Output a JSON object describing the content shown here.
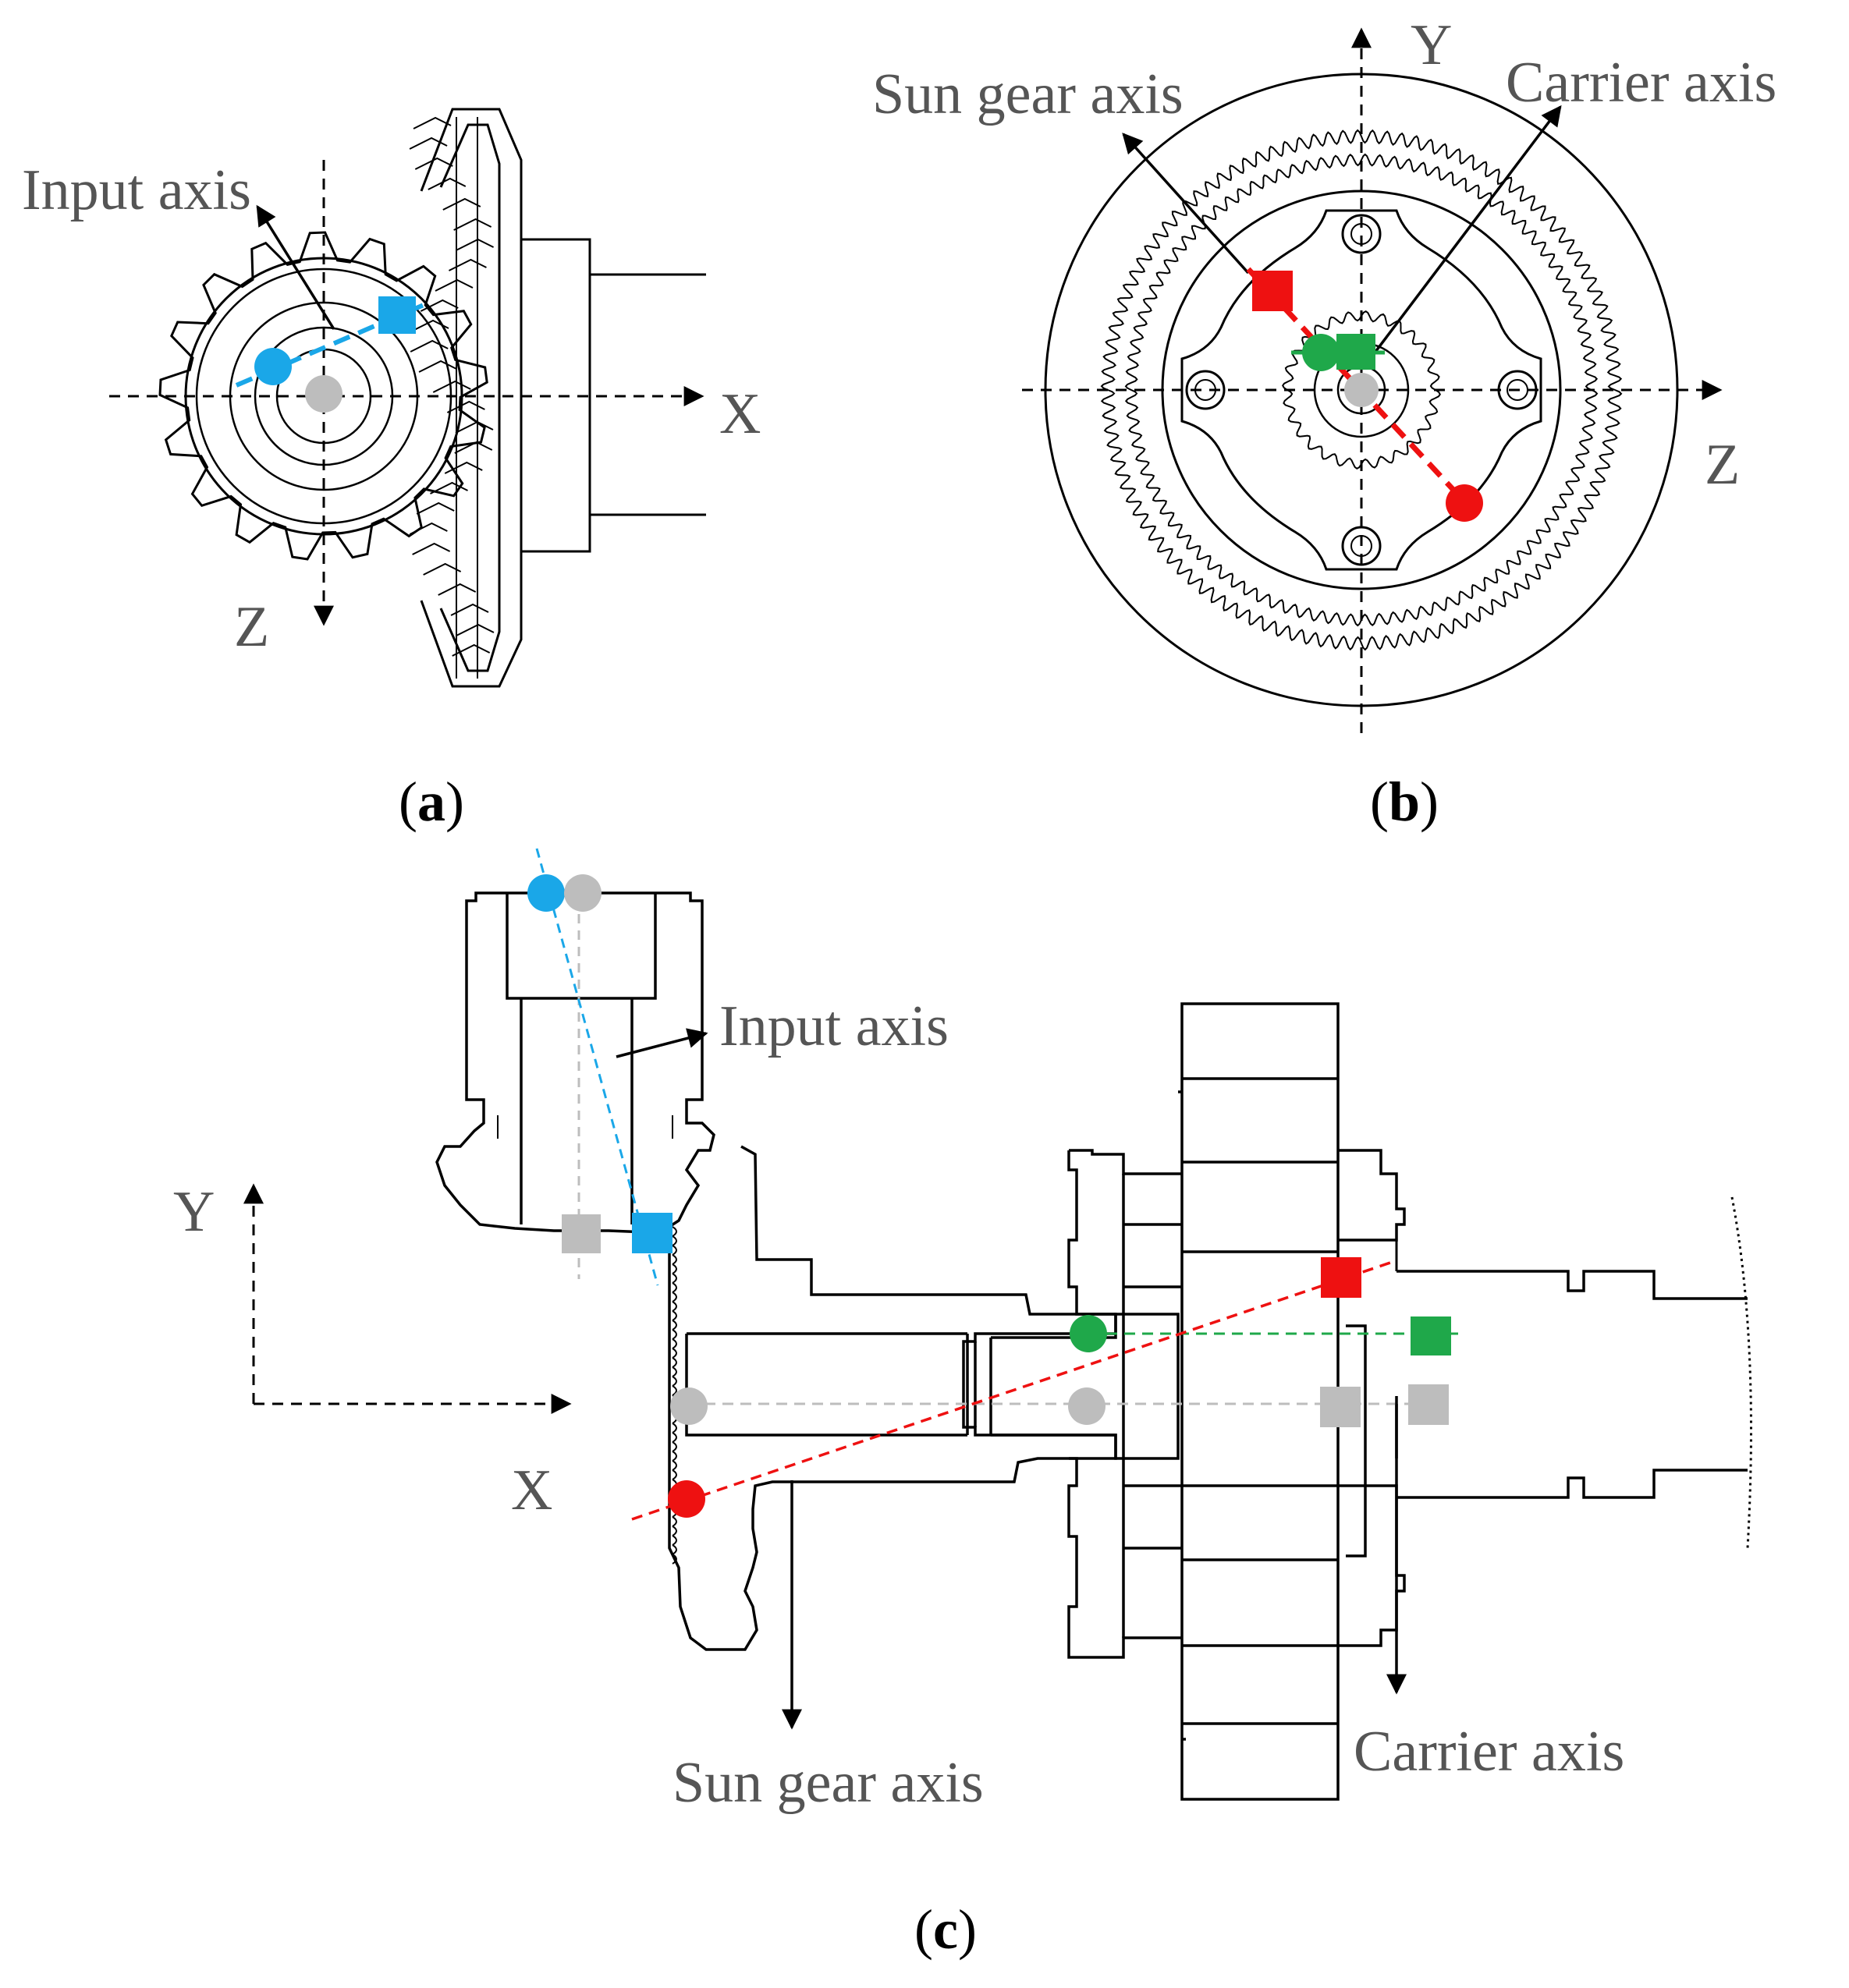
{
  "panels": {
    "a": {
      "caption_open": "(",
      "caption_letter": "a",
      "caption_close": ")",
      "labels": {
        "input_axis": "Input axis",
        "x_axis": "X",
        "z_axis": "Z"
      }
    },
    "b": {
      "caption_open": "(",
      "caption_letter": "b",
      "caption_close": ")",
      "labels": {
        "sun_gear_axis": "Sun gear axis",
        "carrier_axis": "Carrier axis",
        "y_axis": "Y",
        "z_axis": "Z"
      }
    },
    "c": {
      "caption_open": "(",
      "caption_letter": "c",
      "caption_close": ")",
      "labels": {
        "input_axis": "Input axis",
        "sun_gear_axis": "Sun gear axis",
        "carrier_axis": "Carrier axis",
        "y_axis": "Y",
        "x_axis": "X"
      }
    }
  },
  "colors": {
    "input_axis": "#1aa7e8",
    "sun_gear_axis": "#ee1111",
    "carrier_axis": "#1fa84a",
    "nominal": "#bdbdbd",
    "line": "#000000",
    "label": "#555555"
  },
  "legend_markers": {
    "circle": "circle-marker",
    "square": "square-marker"
  }
}
